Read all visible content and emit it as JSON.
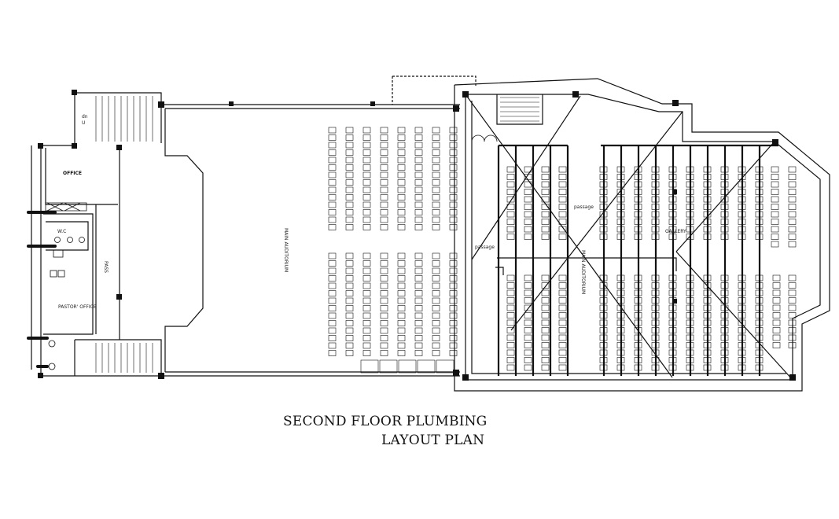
{
  "drawing": {
    "title_line1": "SECOND FLOOR PLUMBING",
    "title_line2": "LAYOUT PLAN"
  },
  "rooms": {
    "office": "OFFICE",
    "wc": "W.C",
    "pass": "PASS",
    "pastor_office": "PASTOR' OFFICE",
    "main_auditorium": "MAIN AUDITORIUM",
    "main_auditorium_2": "MAIN AUDITORIUM",
    "gallery": "GALLERY",
    "passage_1": "passage",
    "passage_2": "passage",
    "stair_dn": "dn",
    "stair_up": "U"
  },
  "colors": {
    "line": "#111111",
    "fill_dark": "#000000"
  }
}
